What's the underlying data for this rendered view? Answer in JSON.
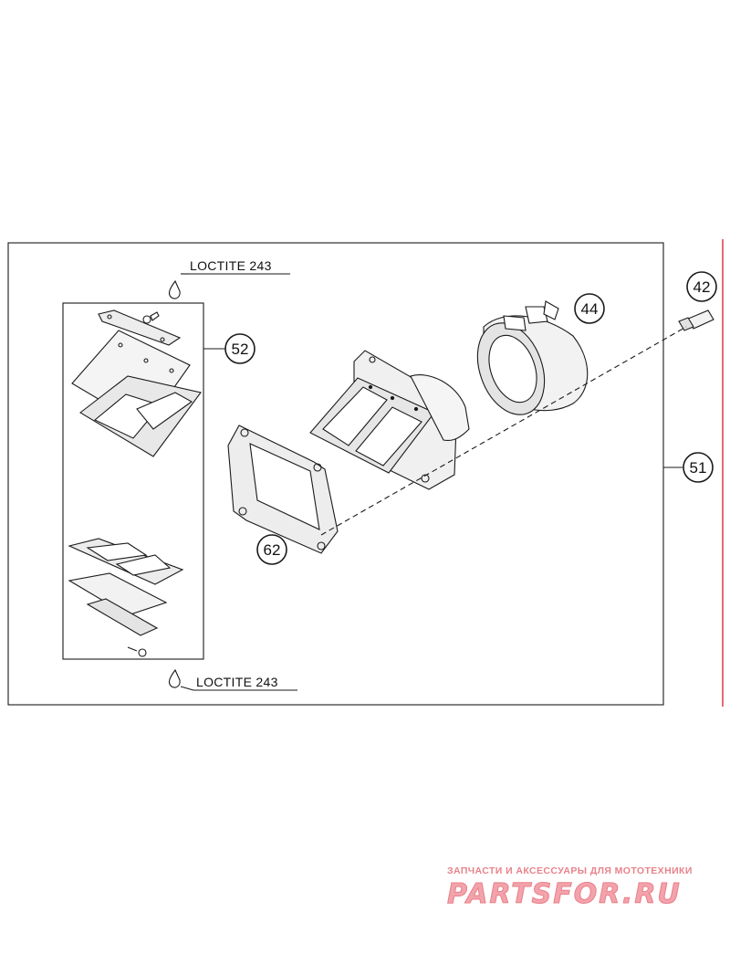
{
  "labels": {
    "loctite_top": "LOCTITE 243",
    "loctite_bottom": "LOCTITE 243"
  },
  "callouts": {
    "c42": "42",
    "c44": "44",
    "c51": "51",
    "c52": "52",
    "c62": "62"
  },
  "watermark": {
    "tagline": "ЗАПЧАСТИ И АКСЕССУАРЫ ДЛЯ МОТОТЕХНИКИ",
    "logo": "PARTSFOR.RU"
  },
  "colors": {
    "line": "#1a1a1a",
    "fill_light": "#e9e9e9",
    "watermark": "#e8838b"
  }
}
